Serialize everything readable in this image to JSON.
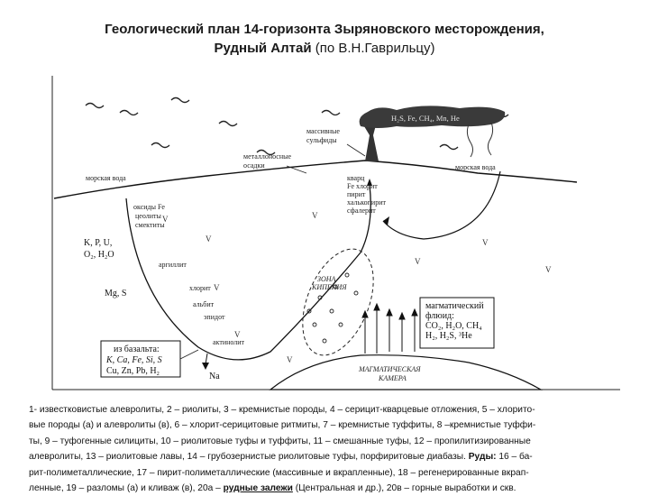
{
  "title": {
    "line1": "Геологический план 14-горизонта Зыряновского месторождения,",
    "line2_bold": "Рудный Алтай",
    "line2_rest": " (по В.Н.Гаврильцу)"
  },
  "diagram": {
    "labels": {
      "massive_sulfides": [
        "массивные",
        "сульфиды"
      ],
      "vent_gases": "H₂S, Fe, CH₄, Mn, He",
      "metalliferous_sediments": [
        "металлоносные",
        "осадки"
      ],
      "seawater_left": "морская вода",
      "seawater_right": "морская вода",
      "oxides": [
        "оксиды Fe",
        "цеолиты",
        "смектиты"
      ],
      "precipitates": [
        "кварц",
        "Fe хлорит",
        "пирит",
        "халькопирит",
        "сфалерит"
      ],
      "leached_elements": [
        "K, P, U,",
        "O₂, H₂O"
      ],
      "argillite": "аргиллит",
      "mg_s": "Mg, S",
      "chlorite": "хлорит",
      "albite": "альбит",
      "epidote": "эпидот",
      "actinolite": "актинолит",
      "boiling_zone": [
        "ЗОНА",
        "КИПЕНИЯ"
      ],
      "magmatic_fluid": [
        "магматический",
        "флюид:",
        "CO₂, H₂O, CH₄",
        "H₂, H₂S, ³He"
      ],
      "from_basalts": [
        "из базальта:",
        "K, Ca, Fe, Si, S",
        "Cu, Zn, Pb, H₂"
      ],
      "na": "Na",
      "magma_chamber": [
        "МАГМАТИЧЕСКАЯ",
        "КАМЕРА"
      ],
      "v_mark": "V"
    }
  },
  "legend": {
    "line1": "1- известковистые алевролиты, 2 – риолиты, 3 – кремнистые породы, 4 – серицит-кварцевые отложения, 5 – хлорито-",
    "line2": "вые породы (а) и алевролиты (в), 6 – хлорит-серицитовые ритмиты, 7 – кремнистые туффиты, 8 –кремнистые туффи-",
    "line3": "ты, 9 – туфогенные силициты, 10 – риолитовые туфы и туффиты, 11 – смешанные туфы, 12 – пропилитизированные",
    "line4_a": "алевролиты, 13 – риолитовые лавы, 14 – грубозернистые риолитовые туфы, порфиритовые диабазы. ",
    "line4_ores_label": "Руды:",
    "line4_b": " 16 – ба-",
    "line5": "рит-полиметаллические, 17 – пирит-полиметаллические (массивные и вкрапленные), 18 – регенерированные вкрап-",
    "line6_a": "ленные, 19 – разломы (а) и кливаж (в), 20а – ",
    "line6_deposits": "рудные залежи",
    "line6_b": " (Центральная и др.), 20в – горные выработки и скв."
  }
}
